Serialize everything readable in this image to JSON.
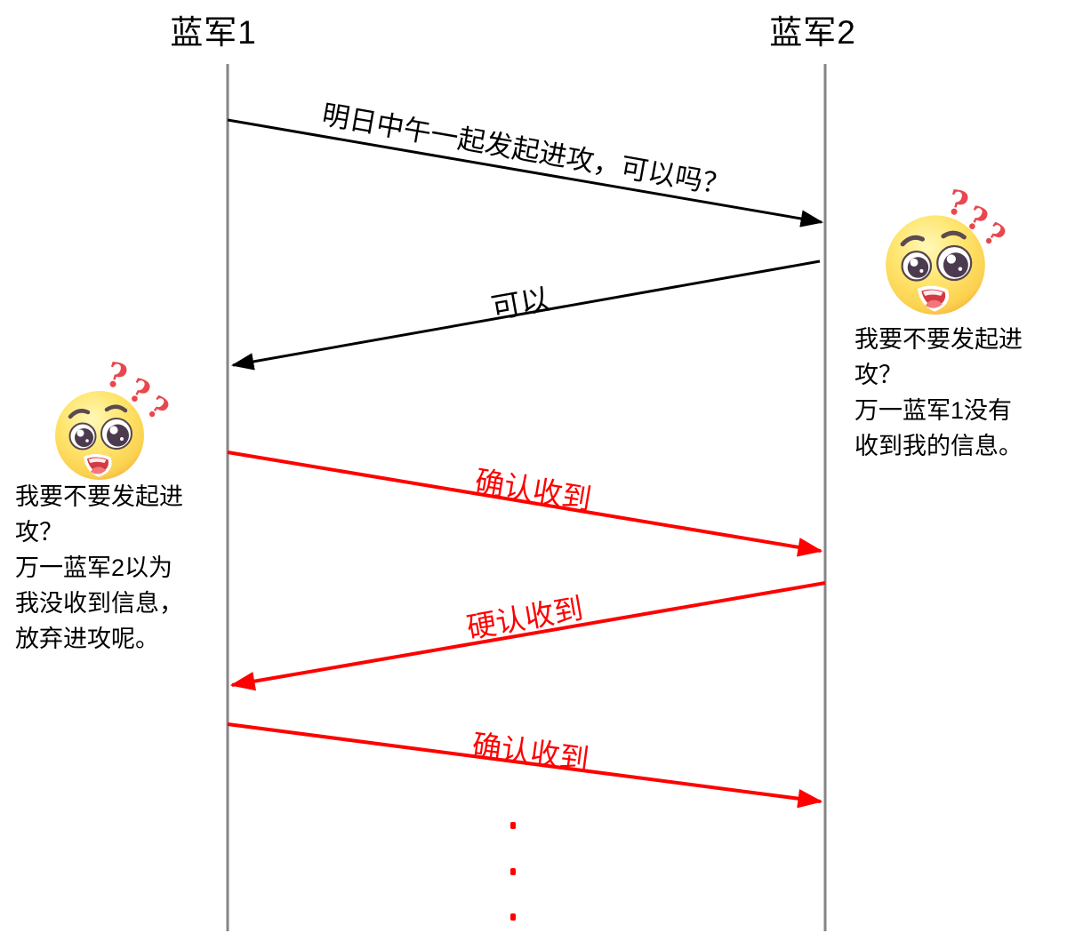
{
  "diagram_type": "sequence-diagram",
  "actors": [
    {
      "id": "army1",
      "label": "蓝军1"
    },
    {
      "id": "army2",
      "label": "蓝军2"
    }
  ],
  "messages": [
    {
      "label": "明日中午一起发起进攻，可以吗？",
      "from": "army1",
      "to": "army2",
      "color": "#000000"
    },
    {
      "label": "可以",
      "from": "army2",
      "to": "army1",
      "color": "#000000"
    },
    {
      "label": "确认收到",
      "from": "army1",
      "to": "army2",
      "color": "#fe0000"
    },
    {
      "label": "硬认收到",
      "from": "army2",
      "to": "army1",
      "color": "#fe0000"
    },
    {
      "label": "确认收到",
      "from": "army1",
      "to": "army2",
      "color": "#fe0000"
    }
  ],
  "thoughts": {
    "right": {
      "lines": [
        "我要不要发起进",
        "攻？",
        "万一蓝军1没有",
        "收到我的信息。"
      ]
    },
    "left": {
      "lines": [
        "我要不要发起进",
        "攻？",
        "万一蓝军2以为",
        "我没收到信息，",
        "放弃进攻呢。"
      ]
    }
  },
  "icons": {
    "question_mark": "?",
    "thinking_emoji": "thinking-face"
  },
  "colors": {
    "arrow_black": "#000000",
    "arrow_red": "#fe0000",
    "lifeline_gray": "#858585",
    "question_red": "#e8484d",
    "emoji_yellow": "#ffe56e",
    "ellipsis_red": "#fe0000"
  }
}
